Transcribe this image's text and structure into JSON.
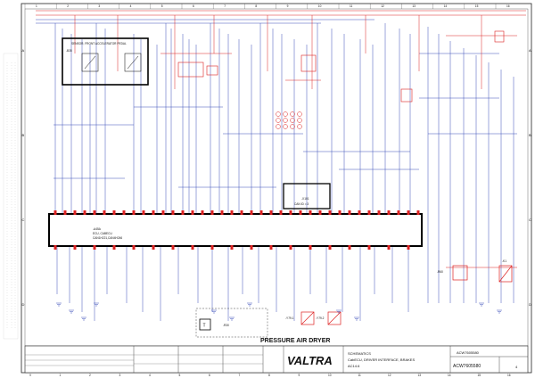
{
  "sheet": {
    "column_numbers": [
      "1",
      "2",
      "3",
      "4",
      "5",
      "6",
      "7",
      "8",
      "9",
      "10",
      "11",
      "12",
      "13",
      "14",
      "15",
      "16"
    ],
    "row_letters": [
      "A",
      "B",
      "C",
      "D"
    ],
    "bottom_strip": [
      "V",
      "1",
      "2",
      "3",
      "4",
      "5",
      "6",
      "7",
      "8",
      "9",
      "10",
      "11",
      "12",
      "13",
      "14",
      "15",
      "16"
    ]
  },
  "blocks": {
    "pedal_sensor_title": "SENSOR, FRONT ACCELERATOR PEDAL",
    "pedal_sensor_ref": "-B35",
    "cabecu_line1": "-A45A",
    "cabecu_line2": "ECU, CABECU",
    "cabecu_line3": "CAN1H221,CAN4H246",
    "can_box_line1": "CAN ID = 3",
    "can_box_ref": "-X101",
    "pressure_label": "PRESSURE AIR DRYER",
    "t_box": "T",
    "r30": "-R30",
    "y79_1": "-Y79.1",
    "y79_2": "-Y79.2",
    "k1": "-K1",
    "r60": "-R60"
  },
  "title_block": {
    "doc_type": "SCHEMATICS",
    "doc_title": "CabECU, DRIVER INTERFACE, BRAKES",
    "doc_variant": "AC14.6",
    "brand": "VALTRA",
    "doc_number_top": "ACW7605580",
    "doc_number_bottom": "ACW7605580",
    "sheet_no": "4"
  }
}
